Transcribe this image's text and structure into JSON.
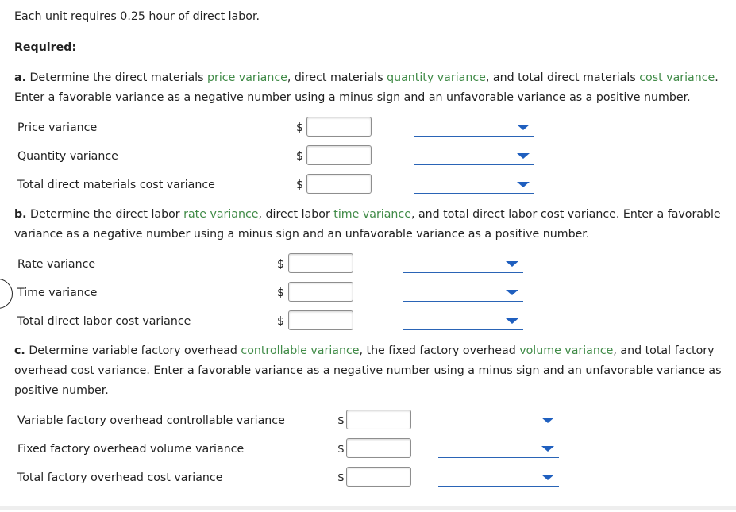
{
  "intro": "Each unit requires 0.25 hour of direct labor.",
  "required": "Required:",
  "part_a": {
    "prefix": "a.",
    "t1": " Determine the direct materials ",
    "k1": "price variance",
    "t2": ", direct materials ",
    "k2": "quantity variance",
    "t3": ", and total direct materials ",
    "k3": "cost variance",
    "t4": ".",
    "line2": "Enter a favorable variance as a negative number using a minus sign and an unfavorable variance as a positive number.",
    "rows": [
      {
        "label": "Price variance",
        "currency": "$",
        "value": "",
        "selection": ""
      },
      {
        "label": "Quantity variance",
        "currency": "$",
        "value": "",
        "selection": ""
      },
      {
        "label": "Total direct materials cost variance",
        "currency": "$",
        "value": "",
        "selection": ""
      }
    ]
  },
  "part_b": {
    "prefix": "b.",
    "t1": " Determine the direct labor ",
    "k1": "rate variance",
    "t2": ", direct labor ",
    "k2": "time variance",
    "t3": ", and total direct labor cost variance. Enter a favorable",
    "line2": "variance as a negative number using a minus sign and an unfavorable variance as a positive number.",
    "rows": [
      {
        "label": "Rate variance",
        "currency": "$",
        "value": "",
        "selection": ""
      },
      {
        "label": "Time variance",
        "currency": "$",
        "value": "",
        "selection": ""
      },
      {
        "label": "Total direct labor cost variance",
        "currency": "$",
        "value": "",
        "selection": ""
      }
    ]
  },
  "part_c": {
    "prefix": "c.",
    "t1": " Determine variable factory overhead ",
    "k1": "controllable variance",
    "t2": ", the fixed factory overhead ",
    "k2": "volume variance",
    "t3": ", and total factory",
    "line2": "overhead cost variance. Enter a favorable variance as a negative number using a minus sign and an unfavorable variance as",
    "line3": "positive number.",
    "rows": [
      {
        "label": "Variable factory overhead controllable variance",
        "currency": "$",
        "value": "",
        "selection": ""
      },
      {
        "label": "Fixed factory overhead volume variance",
        "currency": "$",
        "value": "",
        "selection": ""
      },
      {
        "label": "Total factory overhead cost variance",
        "currency": "$",
        "value": "",
        "selection": ""
      }
    ]
  },
  "colors": {
    "keyword": "#3f8a46",
    "dropdown_arrow": "#1f5fbf",
    "dropdown_line": "#2a64b6"
  }
}
